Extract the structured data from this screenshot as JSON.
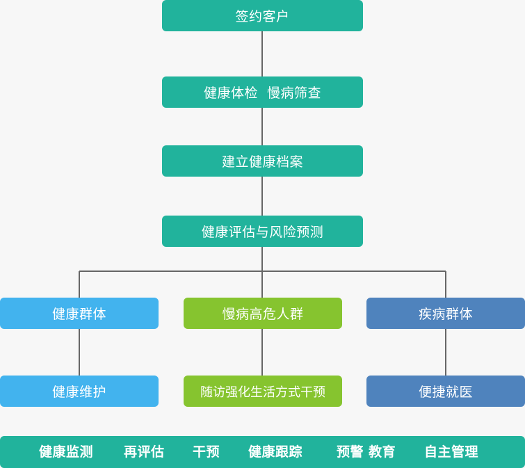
{
  "colors": {
    "background": "#f7f7f7",
    "teal": "#21b39c",
    "light_blue": "#42b3ee",
    "green": "#86c42f",
    "dark_blue": "#4f83bd",
    "connector": "#666666",
    "text": "#ffffff"
  },
  "flow": {
    "signed_clients": "签约客户",
    "checkup": "健康体检  慢病筛查",
    "health_record": "建立健康档案",
    "assessment": "健康评估与风险预测"
  },
  "groups": {
    "healthy": {
      "label": "健康群体",
      "action": "健康维护"
    },
    "high_risk": {
      "label": "慢病高危人群",
      "action": "随访强化生活方式干预"
    },
    "disease": {
      "label": "疾病群体",
      "action": "便捷就医"
    }
  },
  "bottom_bar": {
    "items": [
      "健康监测",
      "再评估",
      "干预",
      "健康跟踪",
      "预警 教育",
      "自主管理"
    ]
  }
}
